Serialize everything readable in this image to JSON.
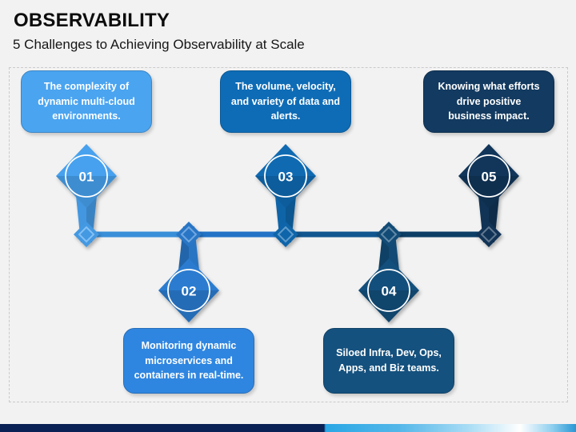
{
  "slide": {
    "title": "OBSERVABILITY",
    "subtitle": "5 Challenges to Achieving Observability at Scale",
    "background_color": "#f2f2f2"
  },
  "timeline": {
    "items": [
      {
        "number": "01",
        "label": "The complexity of dynamic multi-cloud environments.",
        "diamond_color": "#47a1ee",
        "box_color": "#4aa4f0",
        "position": "top"
      },
      {
        "number": "02",
        "label": "Monitoring dynamic microservices and containers in real-time.",
        "diamond_color": "#2b7cd0",
        "box_color": "#2f86e0",
        "position": "bottom"
      },
      {
        "number": "03",
        "label": "The volume, velocity, and variety of data and alerts.",
        "diamond_color": "#0f6ab2",
        "box_color": "#0e6cb6",
        "position": "top"
      },
      {
        "number": "04",
        "label": "Siloed Infra, Dev, Ops, Apps, and Biz teams.",
        "diamond_color": "#134f7c",
        "box_color": "#15517e",
        "position": "bottom"
      },
      {
        "number": "05",
        "label": "Knowing what efforts drive positive business impact.",
        "diamond_color": "#12365a",
        "box_color": "#133a60",
        "position": "top"
      }
    ],
    "connector_colors": [
      "#3a8fd9",
      "#2273c7",
      "#11568f",
      "#0d3f66"
    ]
  },
  "footer": {
    "gradient_stops": [
      {
        "color": "#0a2155",
        "px": 0
      },
      {
        "color": "#0a2155",
        "px": 405
      },
      {
        "color": "#2aa7e5",
        "px": 407
      },
      {
        "color": "#55b7e9",
        "px": 500
      },
      {
        "color": "#a8dcf5",
        "px": 585
      },
      {
        "color": "#ffffff",
        "px": 650
      },
      {
        "color": "#8fd0ef",
        "px": 690
      },
      {
        "color": "#2897d5",
        "px": 720
      }
    ]
  }
}
